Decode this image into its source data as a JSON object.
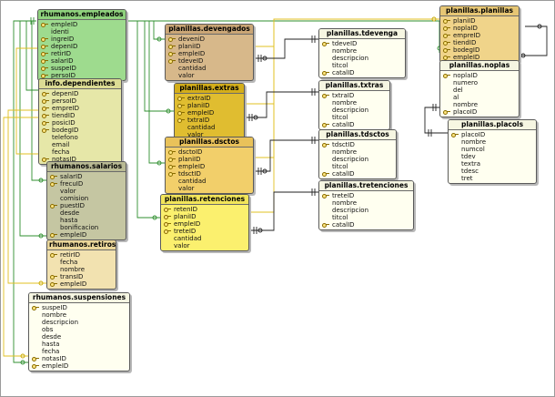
{
  "tables": [
    {
      "id": "empleados",
      "name": "rhumanos.empleados",
      "bg": "#9edb8e",
      "hbg": "#8fd27d",
      "fields": [
        {
          "name": "empleID",
          "key": true
        },
        {
          "name": "identi",
          "key": false
        },
        {
          "name": "ingreID",
          "key": true
        },
        {
          "name": "depenID",
          "key": true
        },
        {
          "name": "retirID",
          "key": true
        },
        {
          "name": "salarID",
          "key": true
        },
        {
          "name": "suspeID",
          "key": true
        },
        {
          "name": "persoID",
          "key": true
        }
      ]
    },
    {
      "id": "dependientes",
      "name": "info.dependientes",
      "bg": "#e6e7a8",
      "hbg": "#dcdc94",
      "fields": [
        {
          "name": "depenID",
          "key": true
        },
        {
          "name": "persoID",
          "key": true
        },
        {
          "name": "empreID",
          "key": true
        },
        {
          "name": "tiendID",
          "key": true
        },
        {
          "name": "posicID",
          "key": true
        },
        {
          "name": "bodegID",
          "key": true
        },
        {
          "name": "telefono",
          "key": false
        },
        {
          "name": "email",
          "key": false
        },
        {
          "name": "fecha",
          "key": false
        },
        {
          "name": "notasID",
          "key": true
        }
      ]
    },
    {
      "id": "salarios",
      "name": "rhumanos.salarios",
      "bg": "#c5c6a2",
      "hbg": "#b9ba94",
      "fields": [
        {
          "name": "salarID",
          "key": true
        },
        {
          "name": "frecuID",
          "key": true
        },
        {
          "name": "valor",
          "key": false
        },
        {
          "name": "comision",
          "key": false
        },
        {
          "name": "puestID",
          "key": true
        },
        {
          "name": "desde",
          "key": false
        },
        {
          "name": "hasta",
          "key": false
        },
        {
          "name": "bonificacion",
          "key": false
        },
        {
          "name": "empleID",
          "key": true
        }
      ]
    },
    {
      "id": "retiros",
      "name": "rhumanos.retiros",
      "bg": "#f2e2b0",
      "hbg": "#ead69a",
      "fields": [
        {
          "name": "retirID",
          "key": true
        },
        {
          "name": "fecha",
          "key": false
        },
        {
          "name": "nombre",
          "key": false
        },
        {
          "name": "transID",
          "key": true
        },
        {
          "name": "empleID",
          "key": true
        }
      ]
    },
    {
      "id": "suspensiones",
      "name": "rhumanos.suspensiones",
      "bg": "#fffff0",
      "hbg": "#f6f6e2",
      "fields": [
        {
          "name": "suspeID",
          "key": true
        },
        {
          "name": "nombre",
          "key": false
        },
        {
          "name": "descripcion",
          "key": false
        },
        {
          "name": "obs",
          "key": false
        },
        {
          "name": "desde",
          "key": false
        },
        {
          "name": "hasta",
          "key": false
        },
        {
          "name": "fecha",
          "key": false
        },
        {
          "name": "notasID",
          "key": true
        },
        {
          "name": "empleID",
          "key": true
        }
      ]
    },
    {
      "id": "devengados",
      "name": "planillas.devengados",
      "bg": "#d7b88a",
      "hbg": "#caa676",
      "fields": [
        {
          "name": "deveniD",
          "key": true
        },
        {
          "name": "planiID",
          "key": true
        },
        {
          "name": "empleID",
          "key": true
        },
        {
          "name": "tdeveID",
          "key": true
        },
        {
          "name": "cantidad",
          "key": false
        },
        {
          "name": "valor",
          "key": false
        }
      ]
    },
    {
      "id": "extras",
      "name": "planillas.extras",
      "bg": "#e0bd30",
      "hbg": "#d4ae1a",
      "fields": [
        {
          "name": "extraID",
          "key": true
        },
        {
          "name": "planiID",
          "key": true
        },
        {
          "name": "empleID",
          "key": true
        },
        {
          "name": "txtraID",
          "key": true
        },
        {
          "name": "cantidad",
          "key": false
        },
        {
          "name": "valor",
          "key": false
        }
      ]
    },
    {
      "id": "dsctos",
      "name": "planillas.dsctos",
      "bg": "#f2cf6a",
      "hbg": "#e9c25a",
      "fields": [
        {
          "name": "dsctoID",
          "key": true
        },
        {
          "name": "planiID",
          "key": true
        },
        {
          "name": "empleID",
          "key": true
        },
        {
          "name": "tdsctID",
          "key": true
        },
        {
          "name": "cantidad",
          "key": false
        },
        {
          "name": "valor",
          "key": false
        }
      ]
    },
    {
      "id": "retenciones",
      "name": "planillas.retenciones",
      "bg": "#fbf06e",
      "hbg": "#f2e55a",
      "fields": [
        {
          "name": "retenID",
          "key": true
        },
        {
          "name": "planiID",
          "key": true
        },
        {
          "name": "empleID",
          "key": true
        },
        {
          "name": "treteID",
          "key": true
        },
        {
          "name": "cantidad",
          "key": false
        },
        {
          "name": "valor",
          "key": false
        }
      ]
    },
    {
      "id": "tdevenga",
      "name": "planillas.tdevenga",
      "bg": "#fffff0",
      "hbg": "#f6f6e2",
      "fields": [
        {
          "name": "tdeveID",
          "key": true
        },
        {
          "name": "nombre",
          "key": false
        },
        {
          "name": "descripcion",
          "key": false
        },
        {
          "name": "titcol",
          "key": false
        },
        {
          "name": "catalID",
          "key": true
        }
      ]
    },
    {
      "id": "txtras",
      "name": "planillas.txtras",
      "bg": "#fffff0",
      "hbg": "#f6f6e2",
      "fields": [
        {
          "name": "txtraID",
          "key": true
        },
        {
          "name": "nombre",
          "key": false
        },
        {
          "name": "descripcion",
          "key": false
        },
        {
          "name": "titcol",
          "key": false
        },
        {
          "name": "catalID",
          "key": true
        }
      ]
    },
    {
      "id": "tdsctos",
      "name": "planillas.tdsctos",
      "bg": "#fffff0",
      "hbg": "#f6f6e2",
      "fields": [
        {
          "name": "tdsctID",
          "key": true
        },
        {
          "name": "nombre",
          "key": false
        },
        {
          "name": "descripcion",
          "key": false
        },
        {
          "name": "titcol",
          "key": false
        },
        {
          "name": "catalID",
          "key": true
        }
      ]
    },
    {
      "id": "tretenciones",
      "name": "planillas.tretenciones",
      "bg": "#fffff0",
      "hbg": "#f6f6e2",
      "fields": [
        {
          "name": "treteID",
          "key": true
        },
        {
          "name": "nombre",
          "key": false
        },
        {
          "name": "descripcion",
          "key": false
        },
        {
          "name": "titcol",
          "key": false
        },
        {
          "name": "catalID",
          "key": true
        }
      ]
    },
    {
      "id": "planillas",
      "name": "planillas.planillas",
      "bg": "#f0d48a",
      "hbg": "#e6c674",
      "fields": [
        {
          "name": "planiID",
          "key": true
        },
        {
          "name": "noplaID",
          "key": true
        },
        {
          "name": "empreID",
          "key": true
        },
        {
          "name": "tiendID",
          "key": true
        },
        {
          "name": "bodegID",
          "key": true
        },
        {
          "name": "empleID",
          "key": true
        }
      ]
    },
    {
      "id": "noplas",
      "name": "planillas.noplas",
      "bg": "#fffff0",
      "hbg": "#f6f6e2",
      "fields": [
        {
          "name": "noplaID",
          "key": true
        },
        {
          "name": "numero",
          "key": false
        },
        {
          "name": "del",
          "key": false
        },
        {
          "name": "al",
          "key": false
        },
        {
          "name": "nombre",
          "key": false
        },
        {
          "name": "placoID",
          "key": true
        }
      ]
    },
    {
      "id": "placols",
      "name": "planillas.placols",
      "bg": "#fffff0",
      "hbg": "#f6f6e2",
      "fields": [
        {
          "name": "placoID",
          "key": true
        },
        {
          "name": "nombre",
          "key": false
        },
        {
          "name": "numcol",
          "key": false
        },
        {
          "name": "tdev",
          "key": false
        },
        {
          "name": "textra",
          "key": false
        },
        {
          "name": "tdesc",
          "key": false
        },
        {
          "name": "tret",
          "key": false
        }
      ]
    }
  ]
}
